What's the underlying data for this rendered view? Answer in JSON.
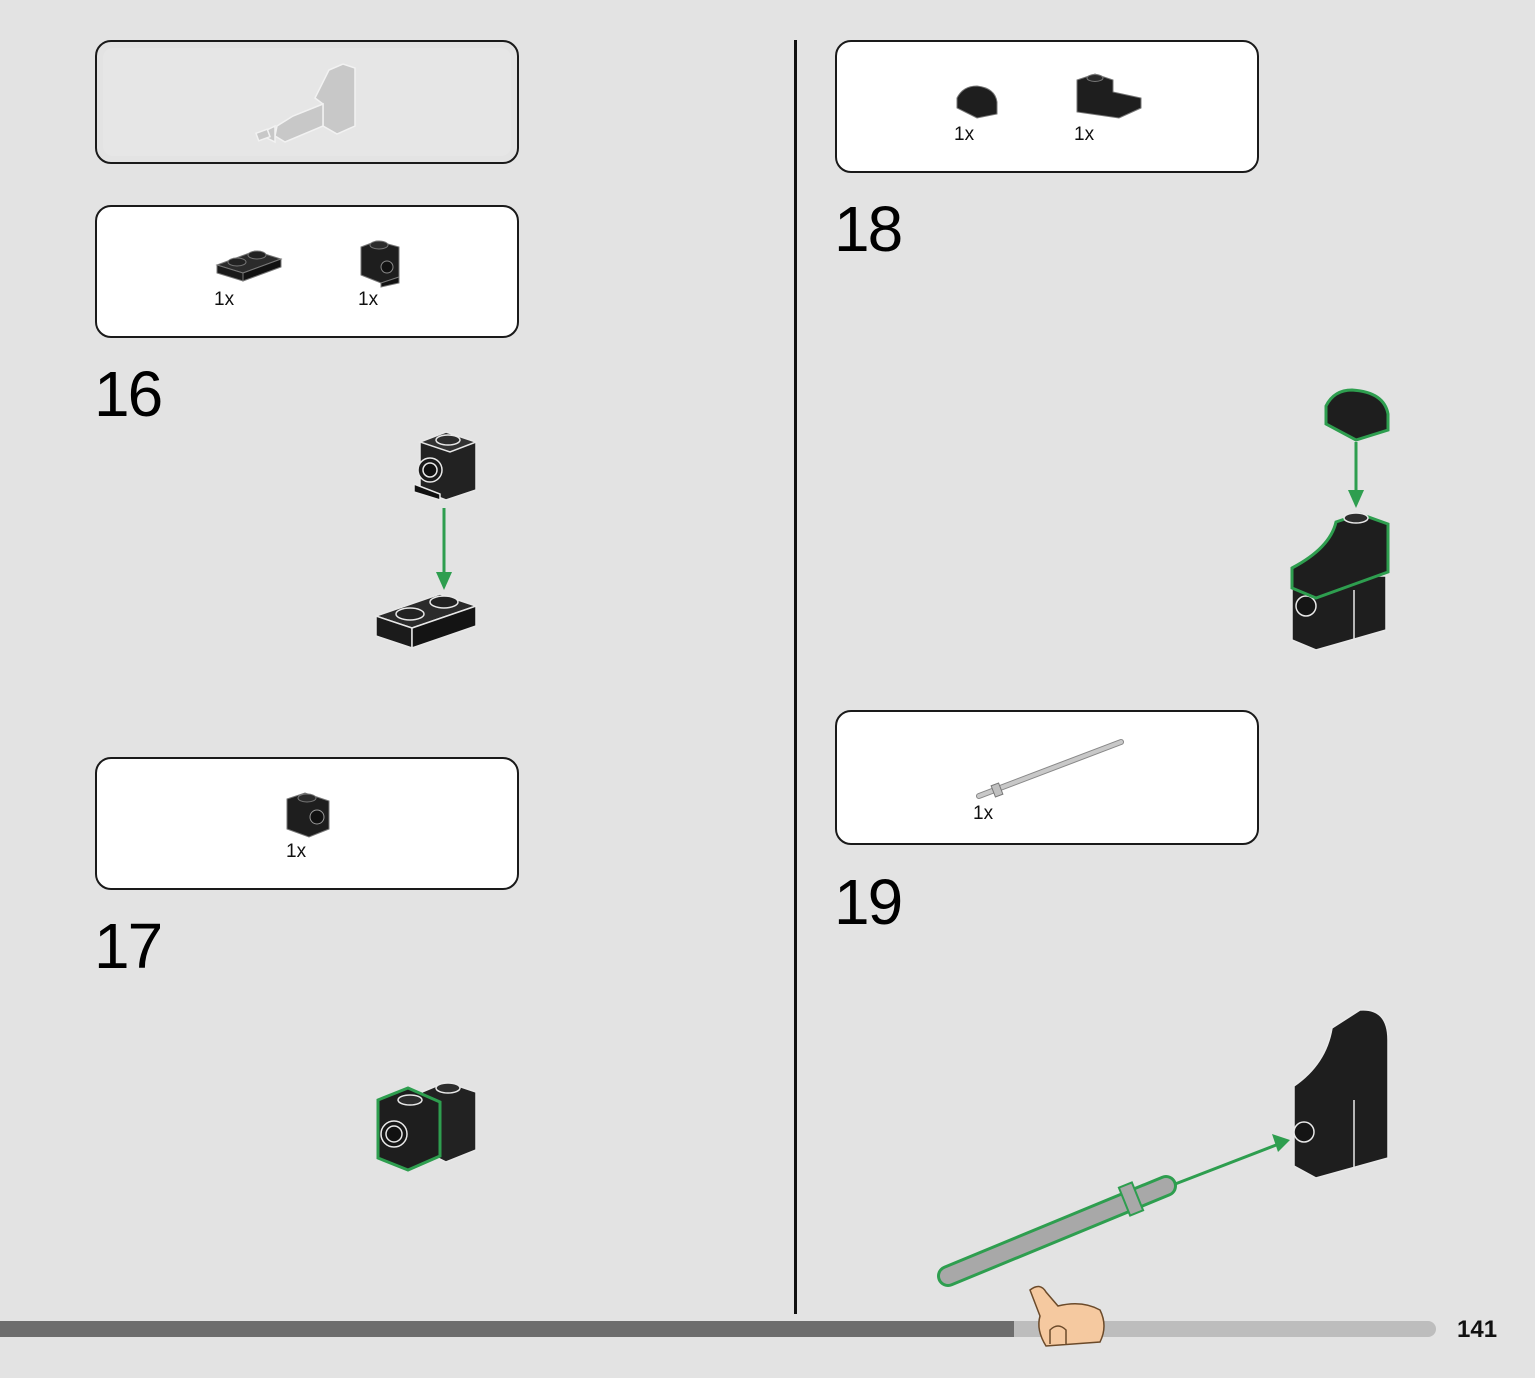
{
  "page": {
    "number": "141"
  },
  "left_column": {
    "callout": {},
    "steps": [
      {
        "number": "16",
        "parts": [
          {
            "qty": "1x",
            "name": "plate-1x2-icon"
          },
          {
            "qty": "1x",
            "name": "brick-1x1-with-stud-on-side-icon"
          }
        ]
      },
      {
        "number": "17",
        "parts": [
          {
            "qty": "1x",
            "name": "technic-brick-1x1-with-hole-icon"
          }
        ]
      }
    ]
  },
  "right_column": {
    "steps": [
      {
        "number": "18",
        "parts": [
          {
            "qty": "1x",
            "name": "curved-slope-1x1-icon"
          },
          {
            "qty": "1x",
            "name": "bracket-curved-slope-icon"
          }
        ]
      },
      {
        "number": "19",
        "parts": [
          {
            "qty": "1x",
            "name": "grey-bar-with-stop-ring-icon"
          }
        ]
      }
    ]
  },
  "progress": {
    "fraction": 0.71
  },
  "colors": {
    "page_background": "#e3e3e3",
    "assembly_highlight": "#2e9e4f",
    "part_black": "#1e1e1e",
    "bar_light_grey": "#a8a8a8",
    "progress_bar": "#6d6d6d",
    "progress_track": "#bdbdbd"
  }
}
